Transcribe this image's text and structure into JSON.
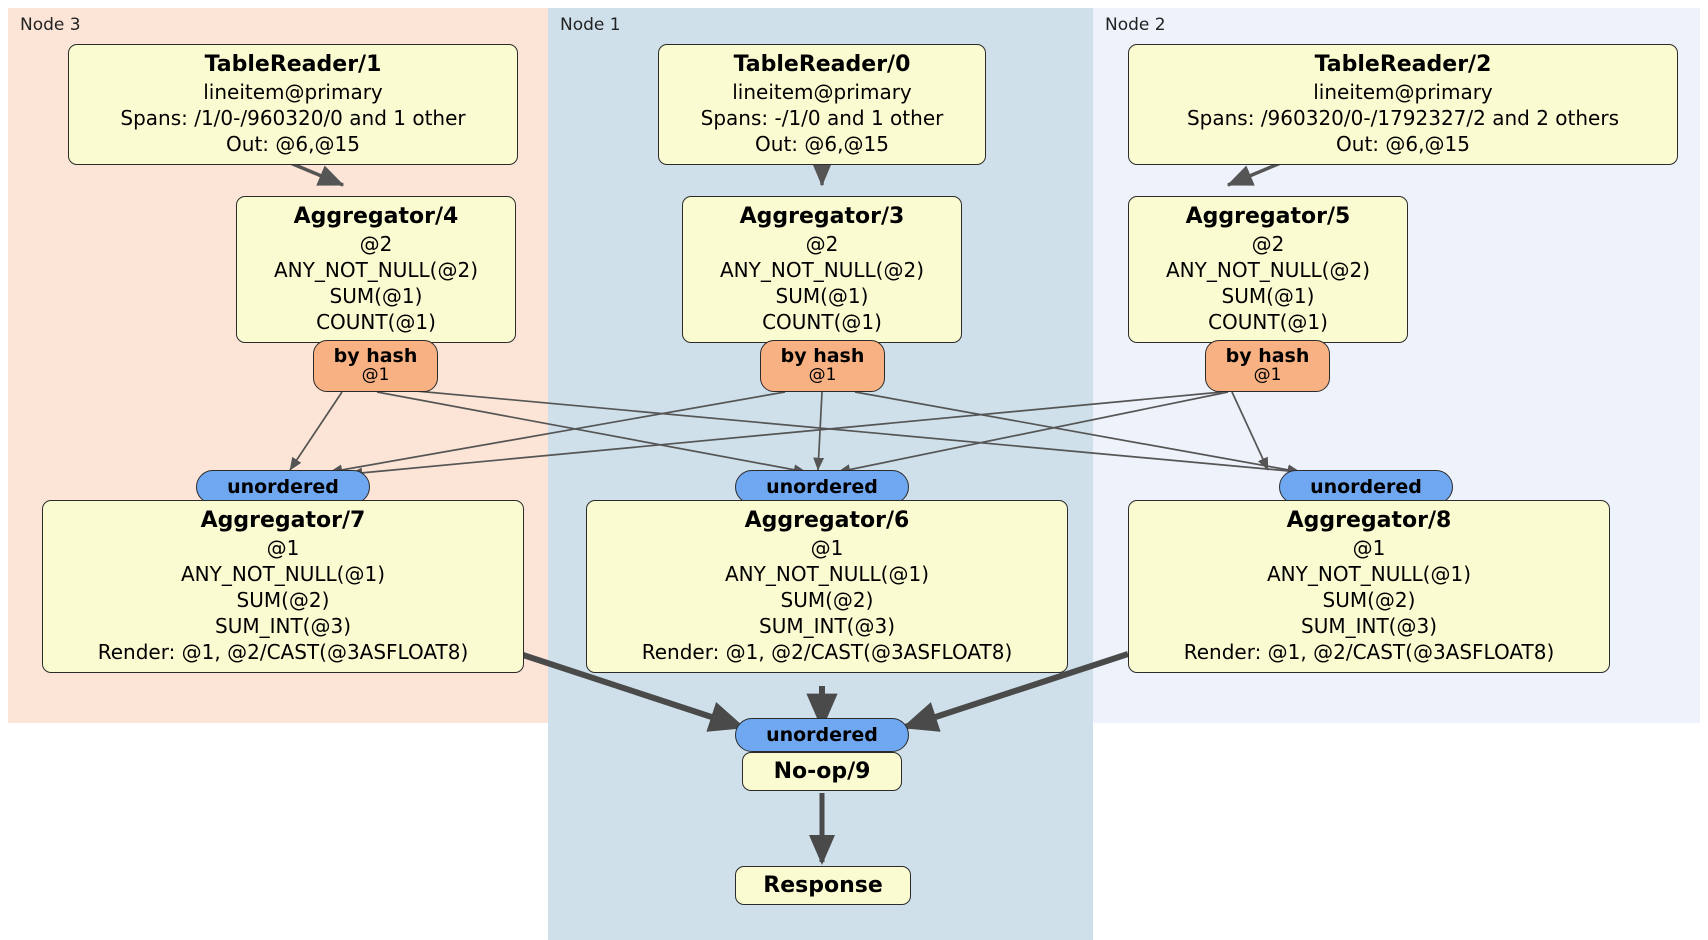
{
  "diagram": {
    "type": "distributed-query-plan",
    "panels": [
      {
        "id": "node3",
        "label": "Node 3",
        "color": "#fce4d6"
      },
      {
        "id": "node1",
        "label": "Node 1",
        "color": "#cfe0ea"
      },
      {
        "id": "node2",
        "label": "Node 2",
        "color": "#edf2fb"
      }
    ],
    "readers": [
      {
        "id": "tablereader-1",
        "title": "TableReader/1",
        "table": "lineitem@primary",
        "spans": "Spans: /1/0-/960320/0 and 1 other",
        "out": "Out: @6,@15"
      },
      {
        "id": "tablereader-0",
        "title": "TableReader/0",
        "table": "lineitem@primary",
        "spans": "Spans: -/1/0 and 1 other",
        "out": "Out: @6,@15"
      },
      {
        "id": "tablereader-2",
        "title": "TableReader/2",
        "table": "lineitem@primary",
        "spans": "Spans: /960320/0-/1792327/2 and 2 others",
        "out": "Out: @6,@15"
      }
    ],
    "aggregators_row1": [
      {
        "id": "aggregator-4",
        "title": "Aggregator/4",
        "group": "@2",
        "f1": "ANY_NOT_NULL(@2)",
        "f2": "SUM(@1)",
        "f3": "COUNT(@1)"
      },
      {
        "id": "aggregator-3",
        "title": "Aggregator/3",
        "group": "@2",
        "f1": "ANY_NOT_NULL(@2)",
        "f2": "SUM(@1)",
        "f3": "COUNT(@1)"
      },
      {
        "id": "aggregator-5",
        "title": "Aggregator/5",
        "group": "@2",
        "f1": "ANY_NOT_NULL(@2)",
        "f2": "SUM(@1)",
        "f3": "COUNT(@1)"
      }
    ],
    "hash_badges": [
      {
        "id": "by-hash-left",
        "label": "by hash",
        "column": "@1"
      },
      {
        "id": "by-hash-center",
        "label": "by hash",
        "column": "@1"
      },
      {
        "id": "by-hash-right",
        "label": "by hash",
        "column": "@1"
      }
    ],
    "unordered_badges": [
      {
        "id": "unordered-left",
        "label": "unordered"
      },
      {
        "id": "unordered-center",
        "label": "unordered"
      },
      {
        "id": "unordered-right",
        "label": "unordered"
      },
      {
        "id": "unordered-final",
        "label": "unordered"
      }
    ],
    "aggregators_row2": [
      {
        "id": "aggregator-7",
        "title": "Aggregator/7",
        "group": "@1",
        "f1": "ANY_NOT_NULL(@1)",
        "f2": "SUM(@2)",
        "f3": "SUM_INT(@3)",
        "render": "Render: @1, @2/CAST(@3ASFLOAT8)"
      },
      {
        "id": "aggregator-6",
        "title": "Aggregator/6",
        "group": "@1",
        "f1": "ANY_NOT_NULL(@1)",
        "f2": "SUM(@2)",
        "f3": "SUM_INT(@3)",
        "render": "Render: @1, @2/CAST(@3ASFLOAT8)"
      },
      {
        "id": "aggregator-8",
        "title": "Aggregator/8",
        "group": "@1",
        "f1": "ANY_NOT_NULL(@1)",
        "f2": "SUM(@2)",
        "f3": "SUM_INT(@3)",
        "render": "Render: @1, @2/CAST(@3ASFLOAT8)"
      }
    ],
    "noop": {
      "id": "no-op-9",
      "title": "No-op/9"
    },
    "response": {
      "id": "response",
      "title": "Response"
    },
    "colors": {
      "node3_bg": "#fce4d6",
      "node1_bg": "#cfe0ea",
      "node2_bg": "#edf2fb",
      "box_bg": "#fbfbd2",
      "box_border": "#2b2b2b",
      "hash_badge": "#f7b183",
      "unordered_badge": "#6fa8f0",
      "edge": "#555555",
      "edge_thick": "#4a4a4a"
    }
  }
}
